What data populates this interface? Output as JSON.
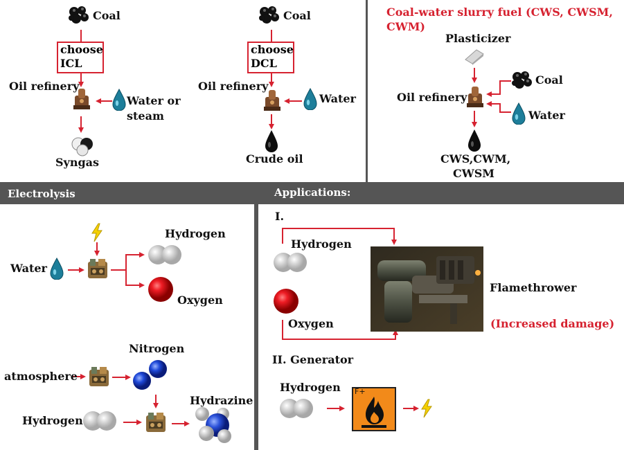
{
  "icl": {
    "coal": "Coal",
    "choose_line1": "choose",
    "choose_line2": "ICL",
    "refinery": "Oil refinery",
    "water_line1": "Water or",
    "water_line2": "steam",
    "output": "Syngas"
  },
  "dcl": {
    "coal": "Coal",
    "choose_line1": "choose",
    "choose_line2": "DCL",
    "refinery": "Oil refinery",
    "water": "Water",
    "output": "Crude oil"
  },
  "cws": {
    "title_line1": "Coal-water slurry fuel (CWS, CWSM,",
    "title_line2": "CWM)",
    "plasticizer": "Plasticizer",
    "refinery": "Oil refinery",
    "coal": "Coal",
    "water": "Water",
    "output_line1": "CWS,CWM,",
    "output_line2": "CWSM"
  },
  "electrolysis": {
    "header": "Electrolysis",
    "water": "Water",
    "hydrogen": "Hydrogen",
    "oxygen": "Oxygen",
    "nitrogen": "Nitrogen",
    "atmosphere": "atmosphere",
    "hydrogen2": "Hydrogen",
    "hydrazine": "Hydrazine"
  },
  "applications": {
    "header": "Applications:",
    "section1": "I.",
    "hydrogen": "Hydrogen",
    "oxygen": "Oxygen",
    "flamethrower": "Flamethrower",
    "increased_damage": "(Increased damage)",
    "section2": "II.  Generator",
    "hydrogen2": "Hydrogen",
    "hazard_code": "F+"
  },
  "colors": {
    "arrow": "#d62230",
    "band": "#555555",
    "hazard_orange": "#f28a1a"
  }
}
